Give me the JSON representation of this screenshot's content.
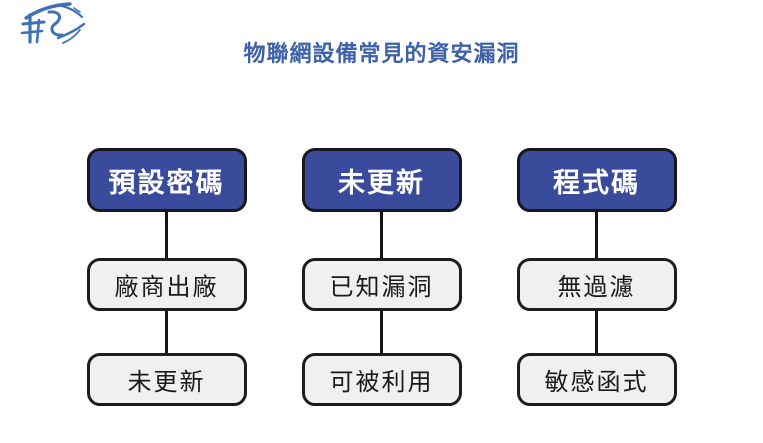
{
  "slide": {
    "title": "物聯網設備常見的資安漏洞",
    "title_color": "#3e62a8",
    "background_color": "#ffffff",
    "logo_name": "brush-calligraphy-logo"
  },
  "theme": {
    "head_fill": "#3b4b9c",
    "head_text": "#ffffff",
    "head_border": "#17171e",
    "sub_fill": "#f0f0f0",
    "sub_text": "#1a1a1a",
    "sub_border": "#1d1d1d",
    "connector": "#141414"
  },
  "diagram": {
    "type": "three-column-tree",
    "columns": [
      {
        "head": "預設密碼",
        "children": [
          "廠商出廠",
          "未更新"
        ]
      },
      {
        "head": "未更新",
        "children": [
          "已知漏洞",
          "可被利用"
        ]
      },
      {
        "head": "程式碼",
        "children": [
          "無過濾",
          "敏感函式"
        ]
      }
    ]
  }
}
